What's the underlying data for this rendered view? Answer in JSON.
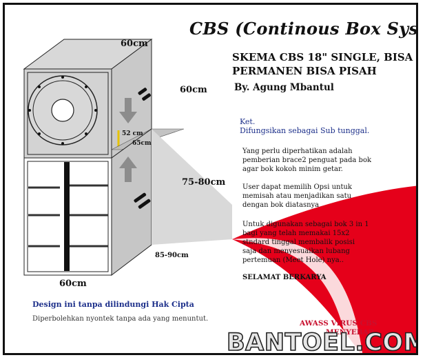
{
  "title": "CBS (Continous Box System)",
  "heading_line1": "SKEMA CBS 18\" SINGLE, BISA",
  "heading_line2": "PERMANEN BISA PISAH",
  "author": "By. Agung Mbantul",
  "ket_label": "Ket.",
  "ket_text": "Difungsikan sebagai Sub tunggal.",
  "paragraph1": "Yang perlu diperhatikan adalah\npemberian brace2 penguat pada bok\nagar bok kokoh minim getar.",
  "paragraph2": "User dapat memilih Opsi untuk\nmemisah atau menjadikan satu\ndengan bok diatasnya",
  "paragraph3": "Untuk digunakan sebagai bok 3 in 1\nbagi yang telah memakai 15x2\nstndard tinggal membalik posisi\nsaja dan menyesuaikan lubang\npertemuan (Meet Hole) nya..",
  "closing": "SELAMAT BERKARYA",
  "design_note": "Design ini tanpa dilindungi Hak Cipta",
  "permission_note": "Diperbolehkan nyontek tanpa ada yang menuntut.",
  "virus_line1": "AWASS VIRUS CBS",
  "virus_line2": "MENYEBAR..",
  "watermark": "BANTOEL.COM",
  "dimensions": {
    "top_width": "60cm",
    "right_depth": "60cm",
    "lower_height": "75-80cm",
    "lower_depth": "85-90cm",
    "bottom_width": "60cm",
    "inner_height": "52 cm",
    "inner_depth": "65cm"
  },
  "colors": {
    "box_gray": "#d3d3d3",
    "side_gray": "#c4c4c4",
    "arrow_gray": "#8c8c8c",
    "red_accent": "#e5001a",
    "text_blue": "#1c2f8a"
  }
}
